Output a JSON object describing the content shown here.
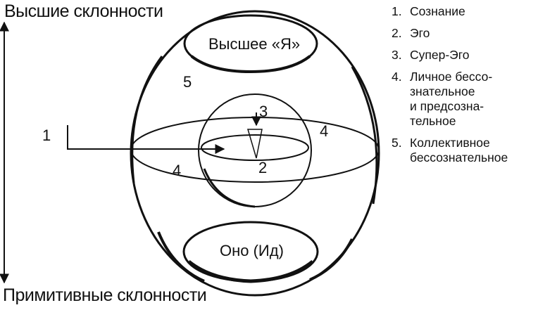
{
  "axis": {
    "top_label": "Высшие склонности",
    "bottom_label": "Примитивные склонности"
  },
  "diagram": {
    "higher_self_label": "Высшее «Я»",
    "id_label": "Оно (Ид)",
    "markers": {
      "consciousness": "1",
      "ego": "2",
      "super_ego": "3",
      "personal_unconscious_right": "4",
      "personal_unconscious_left": "4",
      "collective_unconscious": "5"
    }
  },
  "legend": {
    "items": [
      {
        "marker": "1.",
        "text": "Сознание"
      },
      {
        "marker": "2.",
        "text": "Эго"
      },
      {
        "marker": "3.",
        "text": "Супер-Эго"
      },
      {
        "marker": "4.",
        "text": "Личное бессо-\nзнательное\nи предсозна-\nтельное"
      },
      {
        "marker": "5.",
        "text": "Коллективное\nбессознательное"
      }
    ]
  },
  "colors": {
    "ink": "#111111",
    "background": "#ffffff"
  }
}
